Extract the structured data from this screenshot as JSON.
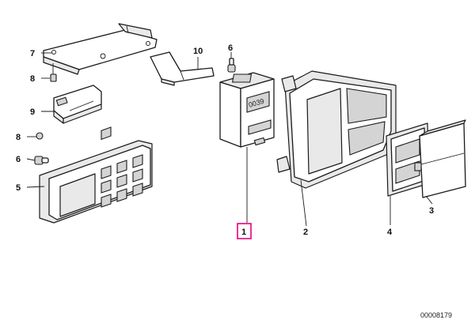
{
  "diagram": {
    "callouts": [
      {
        "id": "1",
        "label": "1",
        "highlighted": true
      },
      {
        "id": "2",
        "label": "2"
      },
      {
        "id": "3",
        "label": "3"
      },
      {
        "id": "4",
        "label": "4"
      },
      {
        "id": "5",
        "label": "5"
      },
      {
        "id": "6",
        "label": "6"
      },
      {
        "id": "7",
        "label": "7"
      },
      {
        "id": "8a",
        "label": "8"
      },
      {
        "id": "8b",
        "label": "8"
      },
      {
        "id": "9",
        "label": "9"
      },
      {
        "id": "10",
        "label": "10"
      }
    ],
    "unit_display": "0039",
    "drawing_number": "00008179",
    "highlight_color": "#e6007e"
  }
}
